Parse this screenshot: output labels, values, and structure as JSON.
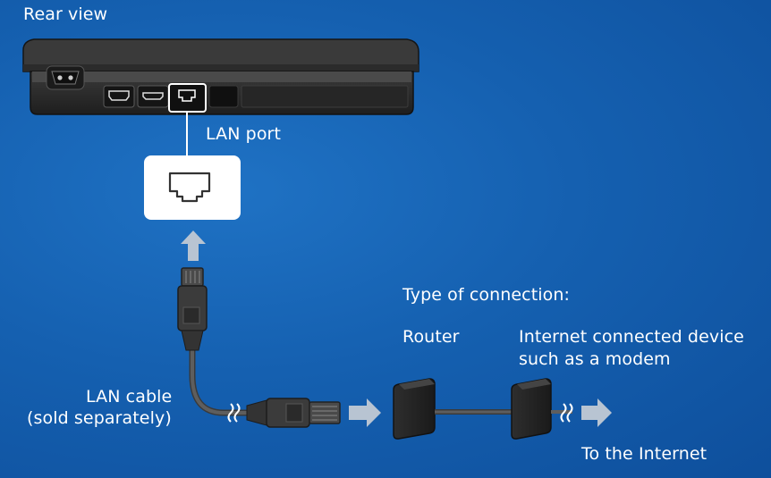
{
  "labels": {
    "rear_view": "Rear view",
    "lan_port": "LAN port",
    "type_of_connection": "Type of connection:",
    "router": "Router",
    "internet_device_line1": "Internet connected device",
    "internet_device_line2": "such as a modem",
    "lan_cable_line1": "LAN cable",
    "lan_cable_line2": "(sold separately)",
    "to_internet": "To the Internet"
  },
  "colors": {
    "background": "#1560b0",
    "console_body": "#2a2a2a",
    "cable": "#555555",
    "arrow": "#b8c4d2",
    "port_highlight": "#ffffff"
  }
}
